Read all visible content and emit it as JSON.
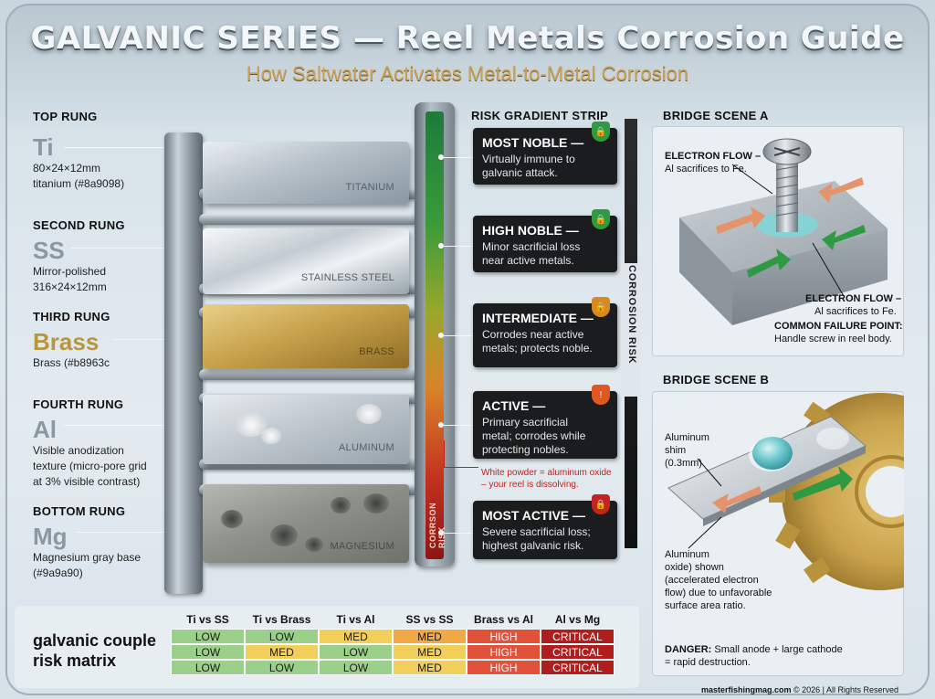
{
  "header": {
    "title": "GALVANIC SERIES — Reel Metals Corrosion Guide",
    "subtitle": "How Saltwater Activates Metal-to-Metal Corrosion"
  },
  "rungs": [
    {
      "heading": "TOP RUNG",
      "symbol": "Ti",
      "desc1": "80×24×12mm",
      "desc2": "titanium (#8a9098)",
      "bar_label": "TITANIUM"
    },
    {
      "heading": "SECOND RUNG",
      "symbol": "SS",
      "desc1": "Mirror-polished",
      "desc2": "316×24×12mm",
      "bar_label": "STAINLESS STEEL"
    },
    {
      "heading": "THIRD RUNG",
      "symbol": "Brass",
      "desc1": "Brass (#b8963c",
      "desc2": "",
      "bar_label": "BRASS"
    },
    {
      "heading": "FOURTH RUNG",
      "symbol": "Al",
      "desc1": "Visible anodization",
      "desc2": "texture (micro-pore grid",
      "desc3": "at 3% visible contrast)",
      "bar_label": "ALUMINUM"
    },
    {
      "heading": "BOTTOM RUNG",
      "symbol": "Mg",
      "desc1": "Magnesium gray base",
      "desc2": "(#9a9a90)",
      "bar_label": "MAGNESIUM"
    }
  ],
  "gradient": {
    "title": "RISK GRADIENT STRIP",
    "strip_label": "CORRSON RISK",
    "side_label": "CORROSION RISK",
    "note1": "White powder = aluminum oxide",
    "note2": "– your reel is dissolving."
  },
  "risk_levels": [
    {
      "heading": "MOST NOBLE —",
      "line1": "Virtually immune to",
      "line2": "galvanic attack.",
      "line3": "",
      "shield_color": "#2f9a43"
    },
    {
      "heading": "HIGH NOBLE —",
      "line1": "Minor sacrificial loss",
      "line2": "near active metals.",
      "line3": "",
      "shield_color": "#2f9a43"
    },
    {
      "heading": "INTERMEDIATE —",
      "line1": "Corrodes near active",
      "line2": "metals; protects noble.",
      "line3": "",
      "shield_color": "#d98a1f"
    },
    {
      "heading": "ACTIVE —",
      "line1": "Primary sacrificial",
      "line2": "metal; corrodes while",
      "line3": "protecting nobles.",
      "shield_color": "#e0581f"
    },
    {
      "heading": "MOST ACTIVE —",
      "line1": "Severe sacrificial loss;",
      "line2": "highest galvanic risk.",
      "line3": "",
      "shield_color": "#c4231f"
    }
  ],
  "bridge_a": {
    "title": "BRIDGE SCENE A",
    "flow1_head": "ELECTRON FLOW –",
    "flow1_text": "Al sacrifices to Fe.",
    "flow2_head": "ELECTRON FLOW –",
    "flow2_text": "Al sacrifices to Fe.",
    "failure_head": "COMMON FAILURE POINT:",
    "failure_text": "Handle screw in reel body."
  },
  "bridge_b": {
    "title": "BRIDGE SCENE B",
    "shim1": "Aluminum",
    "shim2": "shim",
    "shim3": "(0.3mm)",
    "oxide1": "Aluminum",
    "oxide2": "oxide) shown",
    "oxide3": "(accelerated electron",
    "oxide4": "flow) due to unfavorable",
    "oxide5": "surface area ratio.",
    "danger_head": "DANGER:",
    "danger_text1": "Small anode + large cathode",
    "danger_text2": "= rapid destruction."
  },
  "matrix": {
    "title1": "galvanic couple",
    "title2": "risk matrix",
    "columns": [
      "Ti vs SS",
      "Ti vs Brass",
      "Ti vs Al",
      "SS vs SS",
      "Brass vs Al",
      "Al vs Mg"
    ],
    "rows": [
      [
        "LOW",
        "LOW",
        "MED",
        "MED",
        "HIGH",
        "CRITICAL"
      ],
      [
        "LOW",
        "MED",
        "LOW",
        "MED",
        "HIGH",
        "CRITICAL"
      ],
      [
        "LOW",
        "LOW",
        "LOW",
        "MED",
        "HIGH",
        "CRITICAL"
      ]
    ],
    "row_classes": [
      [
        "c-low",
        "c-low",
        "c-med",
        "c-med2",
        "c-high",
        "c-crit"
      ],
      [
        "c-low",
        "c-med",
        "c-low",
        "c-med",
        "c-high",
        "c-crit"
      ],
      [
        "c-low",
        "c-low",
        "c-low",
        "c-med",
        "c-high",
        "c-crit"
      ]
    ]
  },
  "footer": {
    "site": "masterfishingmag.com",
    "rest": " © 2026 | All Rights Reserved"
  }
}
